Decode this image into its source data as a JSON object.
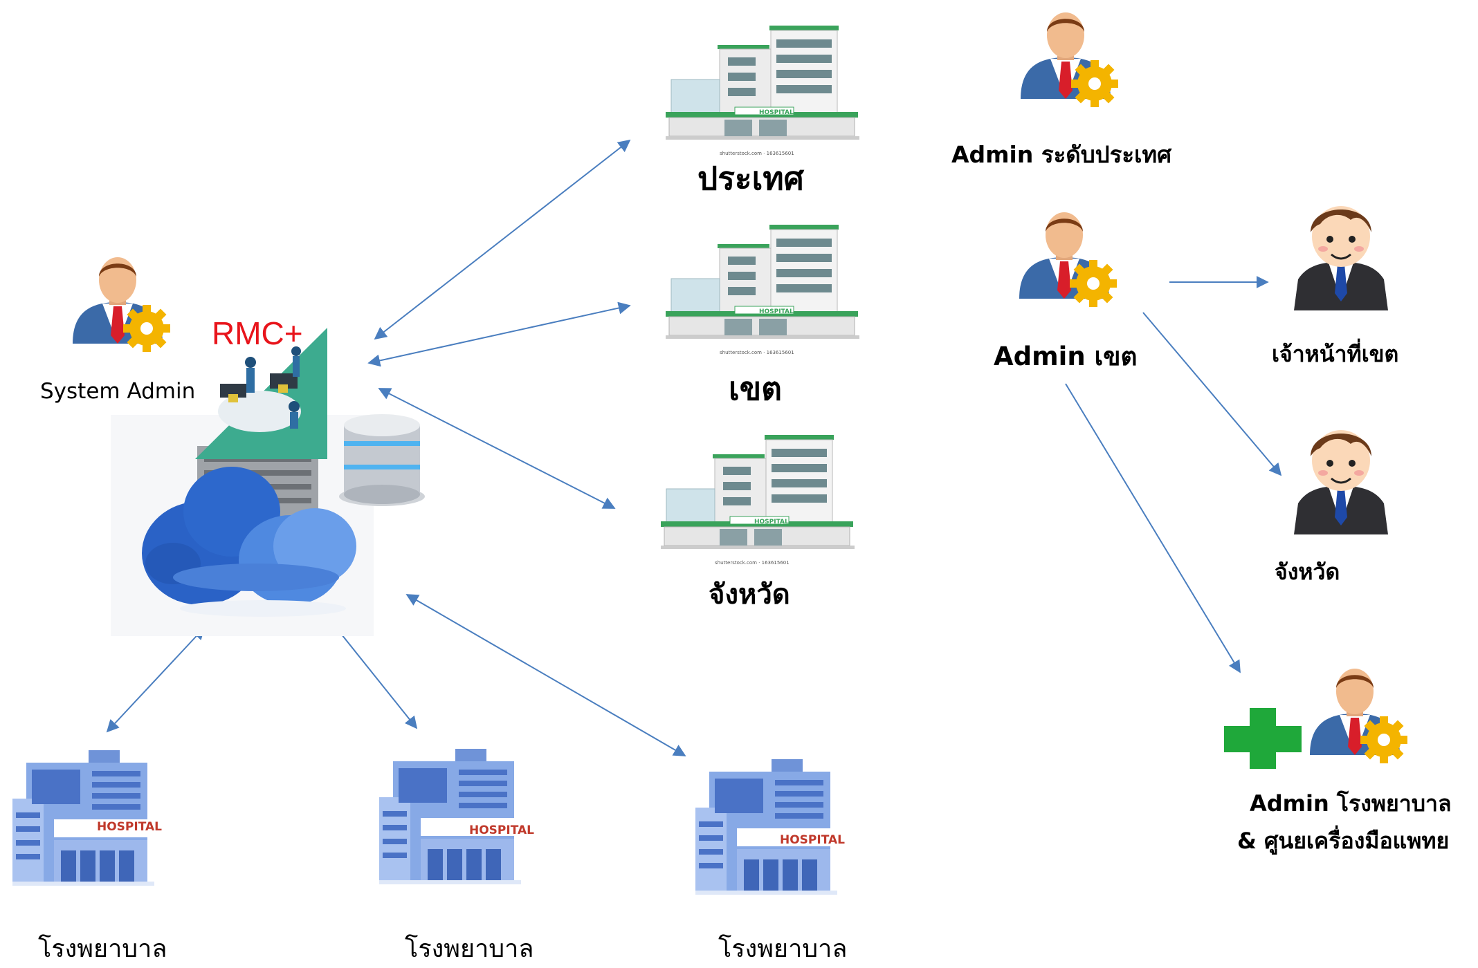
{
  "labels": {
    "system_admin": "System Admin",
    "rmc": "RMC+",
    "country": "ประเทศ",
    "region": "เขต",
    "province": "จังหวัด",
    "admin_country": "Admin ระดับประเทศ",
    "admin_region": "Admin เขต",
    "region_staff": "เจ้าหน้าที่เขต",
    "province_staff": "จังหวัด",
    "admin_hospital_line1": "Admin โรงพยาบาล",
    "admin_hospital_line2": "& ศูนยเครื่องมือแพทย",
    "hospital_1": "โรงพยาบาล",
    "hospital_2": "โรงพยาบาล",
    "hospital_3": "โรงพยาบาล"
  },
  "building_signs": {
    "green_sign": "HOSPITAL",
    "blue_sign": "HOSPITAL",
    "watermark": "shutterstock.com · 163615601"
  },
  "icons": [
    "admin-gear-icon",
    "staff-person-icon",
    "cloud-icon",
    "database-icon",
    "server-icon",
    "green-cross-icon",
    "green-hospital-building-icon",
    "blue-hospital-building-icon"
  ],
  "colors": {
    "arrow": "#4a7ebf",
    "rmc_text": "#e8141b",
    "teal_triangle": "#3dab8f",
    "green_cross": "#1fa83a",
    "blue_building": "#6f93d8"
  }
}
